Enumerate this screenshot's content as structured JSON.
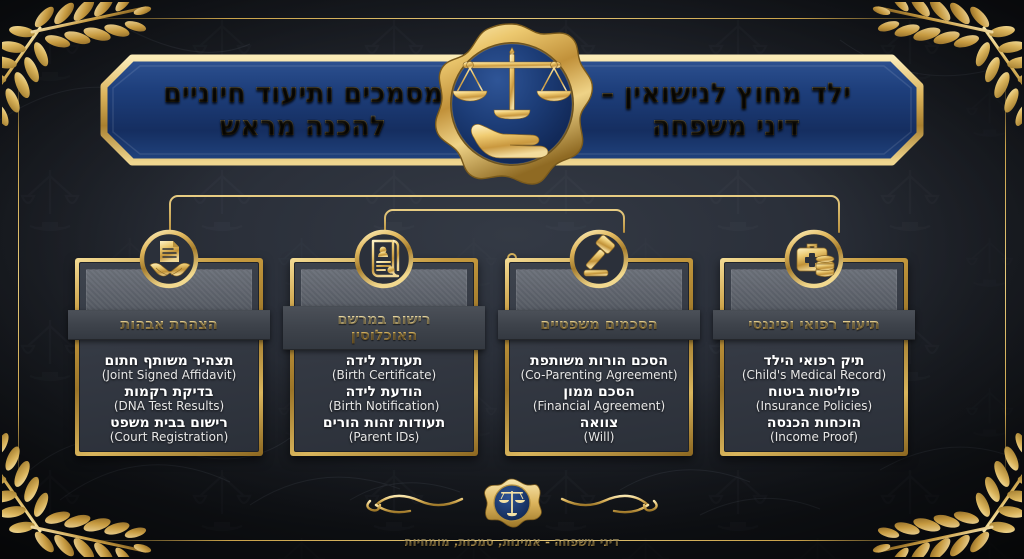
{
  "banner": {
    "right_line1": "ילד מחוץ לנישואין –",
    "right_line2": "דיני משפחה",
    "left_line1": "מסמכים ותיעוד חיוניים",
    "left_line2": "להכנה מראש"
  },
  "emblem": {
    "name": "scales-of-justice-on-hand-emblem"
  },
  "cards": [
    {
      "icon": "document-handshake-icon",
      "title": "הצהרת אבהות",
      "entries": [
        {
          "he": "תצהיר משותף חתום",
          "en": "(Joint Signed Affidavit)"
        },
        {
          "he": "בדיקת רקמות",
          "en": "(DNA Test Results)"
        },
        {
          "he": "רישום בבית משפט",
          "en": "(Court Registration)"
        }
      ]
    },
    {
      "icon": "certificate-scroll-icon",
      "title": "רישום במרשם האוכלוסין",
      "title_lines": [
        "רישום במרשם",
        "האוכלוסין"
      ],
      "entries": [
        {
          "he": "תעודת לידה",
          "en": "(Birth Certificate)"
        },
        {
          "he": "הודעת לידה",
          "en": "(Birth Notification)"
        },
        {
          "he": "תעודות זהות הורים",
          "en": "(Parent IDs)"
        }
      ]
    },
    {
      "icon": "gavel-icon",
      "title": "הסכמים משפטיים",
      "entries": [
        {
          "he": "הסכם הורות משותפת",
          "en": "(Co-Parenting Agreement)"
        },
        {
          "he": "הסכם ממון",
          "en": "(Financial Agreement)"
        },
        {
          "he": "צוואה",
          "en": "(Will)"
        }
      ]
    },
    {
      "icon": "medical-bag-coins-icon",
      "title": "תיעוד רפואי ופיננסי",
      "entries": [
        {
          "he": "תיק רפואי הילד",
          "en": "(Child's Medical Record)"
        },
        {
          "he": "פוליסות ביטוח",
          "en": "(Insurance Policies)"
        },
        {
          "he": "הוכחות הכנסה",
          "en": "(Income Proof)"
        }
      ]
    }
  ],
  "footer": {
    "tagline": "דיני משפחה - אמינות, סמכות, מומחיות",
    "ornament": "scales-seal-ornament"
  },
  "colors": {
    "gold_light": "#fdf0bd",
    "gold": "#e0b75c",
    "gold_dark": "#8c6720",
    "banner_blue": "#1b3a73",
    "panel_dark": "#343943",
    "background": "#22262e"
  },
  "decor": {
    "corner_ornament": "laurel-branch-ornament"
  }
}
